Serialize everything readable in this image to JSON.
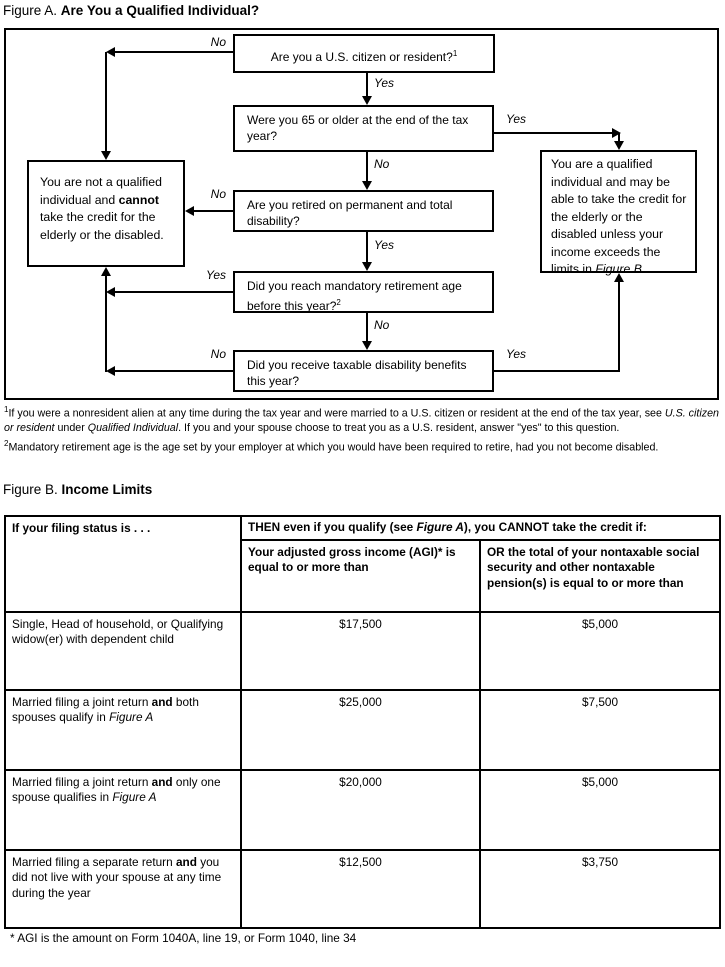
{
  "page": {
    "figure_a_label": "Figure A.",
    "figure_a_title": "Are You a Qualified Individual?",
    "figure_b_label": "Figure B.",
    "figure_b_title": "Income Limits"
  },
  "flowchart": {
    "labels": {
      "yes": "Yes",
      "no": "No"
    },
    "q_citizen": {
      "text": "Are you a U.S. citizen or resident?",
      "sup": "1"
    },
    "q_age": {
      "text": "Were you 65 or older at the end of the tax year?"
    },
    "q_retired": {
      "text": "Are you retired on permanent and total disability?"
    },
    "q_mandatory": {
      "text": "Did you reach mandatory retirement age before this year?",
      "sup": "2"
    },
    "q_benefits": {
      "text": "Did you receive taxable disability benefits this year?"
    },
    "not_qualified": {
      "p1": "You are not a qualified individual and ",
      "p2": "cannot",
      "p3": " take the credit for the elderly or the disabled."
    },
    "qualified": {
      "p1": "You are a qualified individual and may be able to take the credit for the elderly or the disabled unless your income exceeds the limits in ",
      "p2": "Figure B",
      "p3": "."
    }
  },
  "footnotes": {
    "fn1_sup": "1",
    "fn1_p1": "If you were a nonresident alien at any time during the tax year and were married to a U.S. citizen or resident at the end of the tax year, see ",
    "fn1_p2": "U.S. citizen or resident",
    "fn1_p3": " under ",
    "fn1_p4": "Qualified Individual",
    "fn1_p5": ". If you and your spouse choose to treat you as a U.S. resident, answer \"yes\" to this question.",
    "fn2_sup": "2",
    "fn2_text": "Mandatory retirement age is the age set by your employer at which you would have been required to retire, had you not become disabled."
  },
  "income_table": {
    "col_status": "If your filing status is . . .",
    "then_p1": "THEN even if you qualify (see ",
    "then_p2": "Figure A",
    "then_p3": "), you CANNOT take the credit if:",
    "col_agi": "Your adjusted gross income (AGI)* is equal to or more than",
    "col_pension": "OR the total of your nontaxable social security and other nontaxable pension(s) is equal to or more than",
    "rows": [
      {
        "p1": "Single, Head of household, or Qualifying widow(er) with dependent child",
        "p2": "",
        "p3": "",
        "p4": "",
        "agi": "$17,500",
        "pension": "$5,000"
      },
      {
        "p1": "Married filing a joint return ",
        "p2": "and",
        "p3": " both spouses qualify in ",
        "p4": "Figure A",
        "agi": "$25,000",
        "pension": "$7,500"
      },
      {
        "p1": "Married filing a joint return ",
        "p2": "and",
        "p3": " only one spouse qualifies in ",
        "p4": "Figure A",
        "agi": "$20,000",
        "pension": "$5,000"
      },
      {
        "p1": "Married filing a separate return ",
        "p2": "and",
        "p3": " you did not live with your spouse at any time during the year",
        "p4": "",
        "agi": "$12,500",
        "pension": "$3,750"
      }
    ],
    "footnote": "* AGI is the amount on Form 1040A, line 19, or Form 1040, line 34"
  }
}
